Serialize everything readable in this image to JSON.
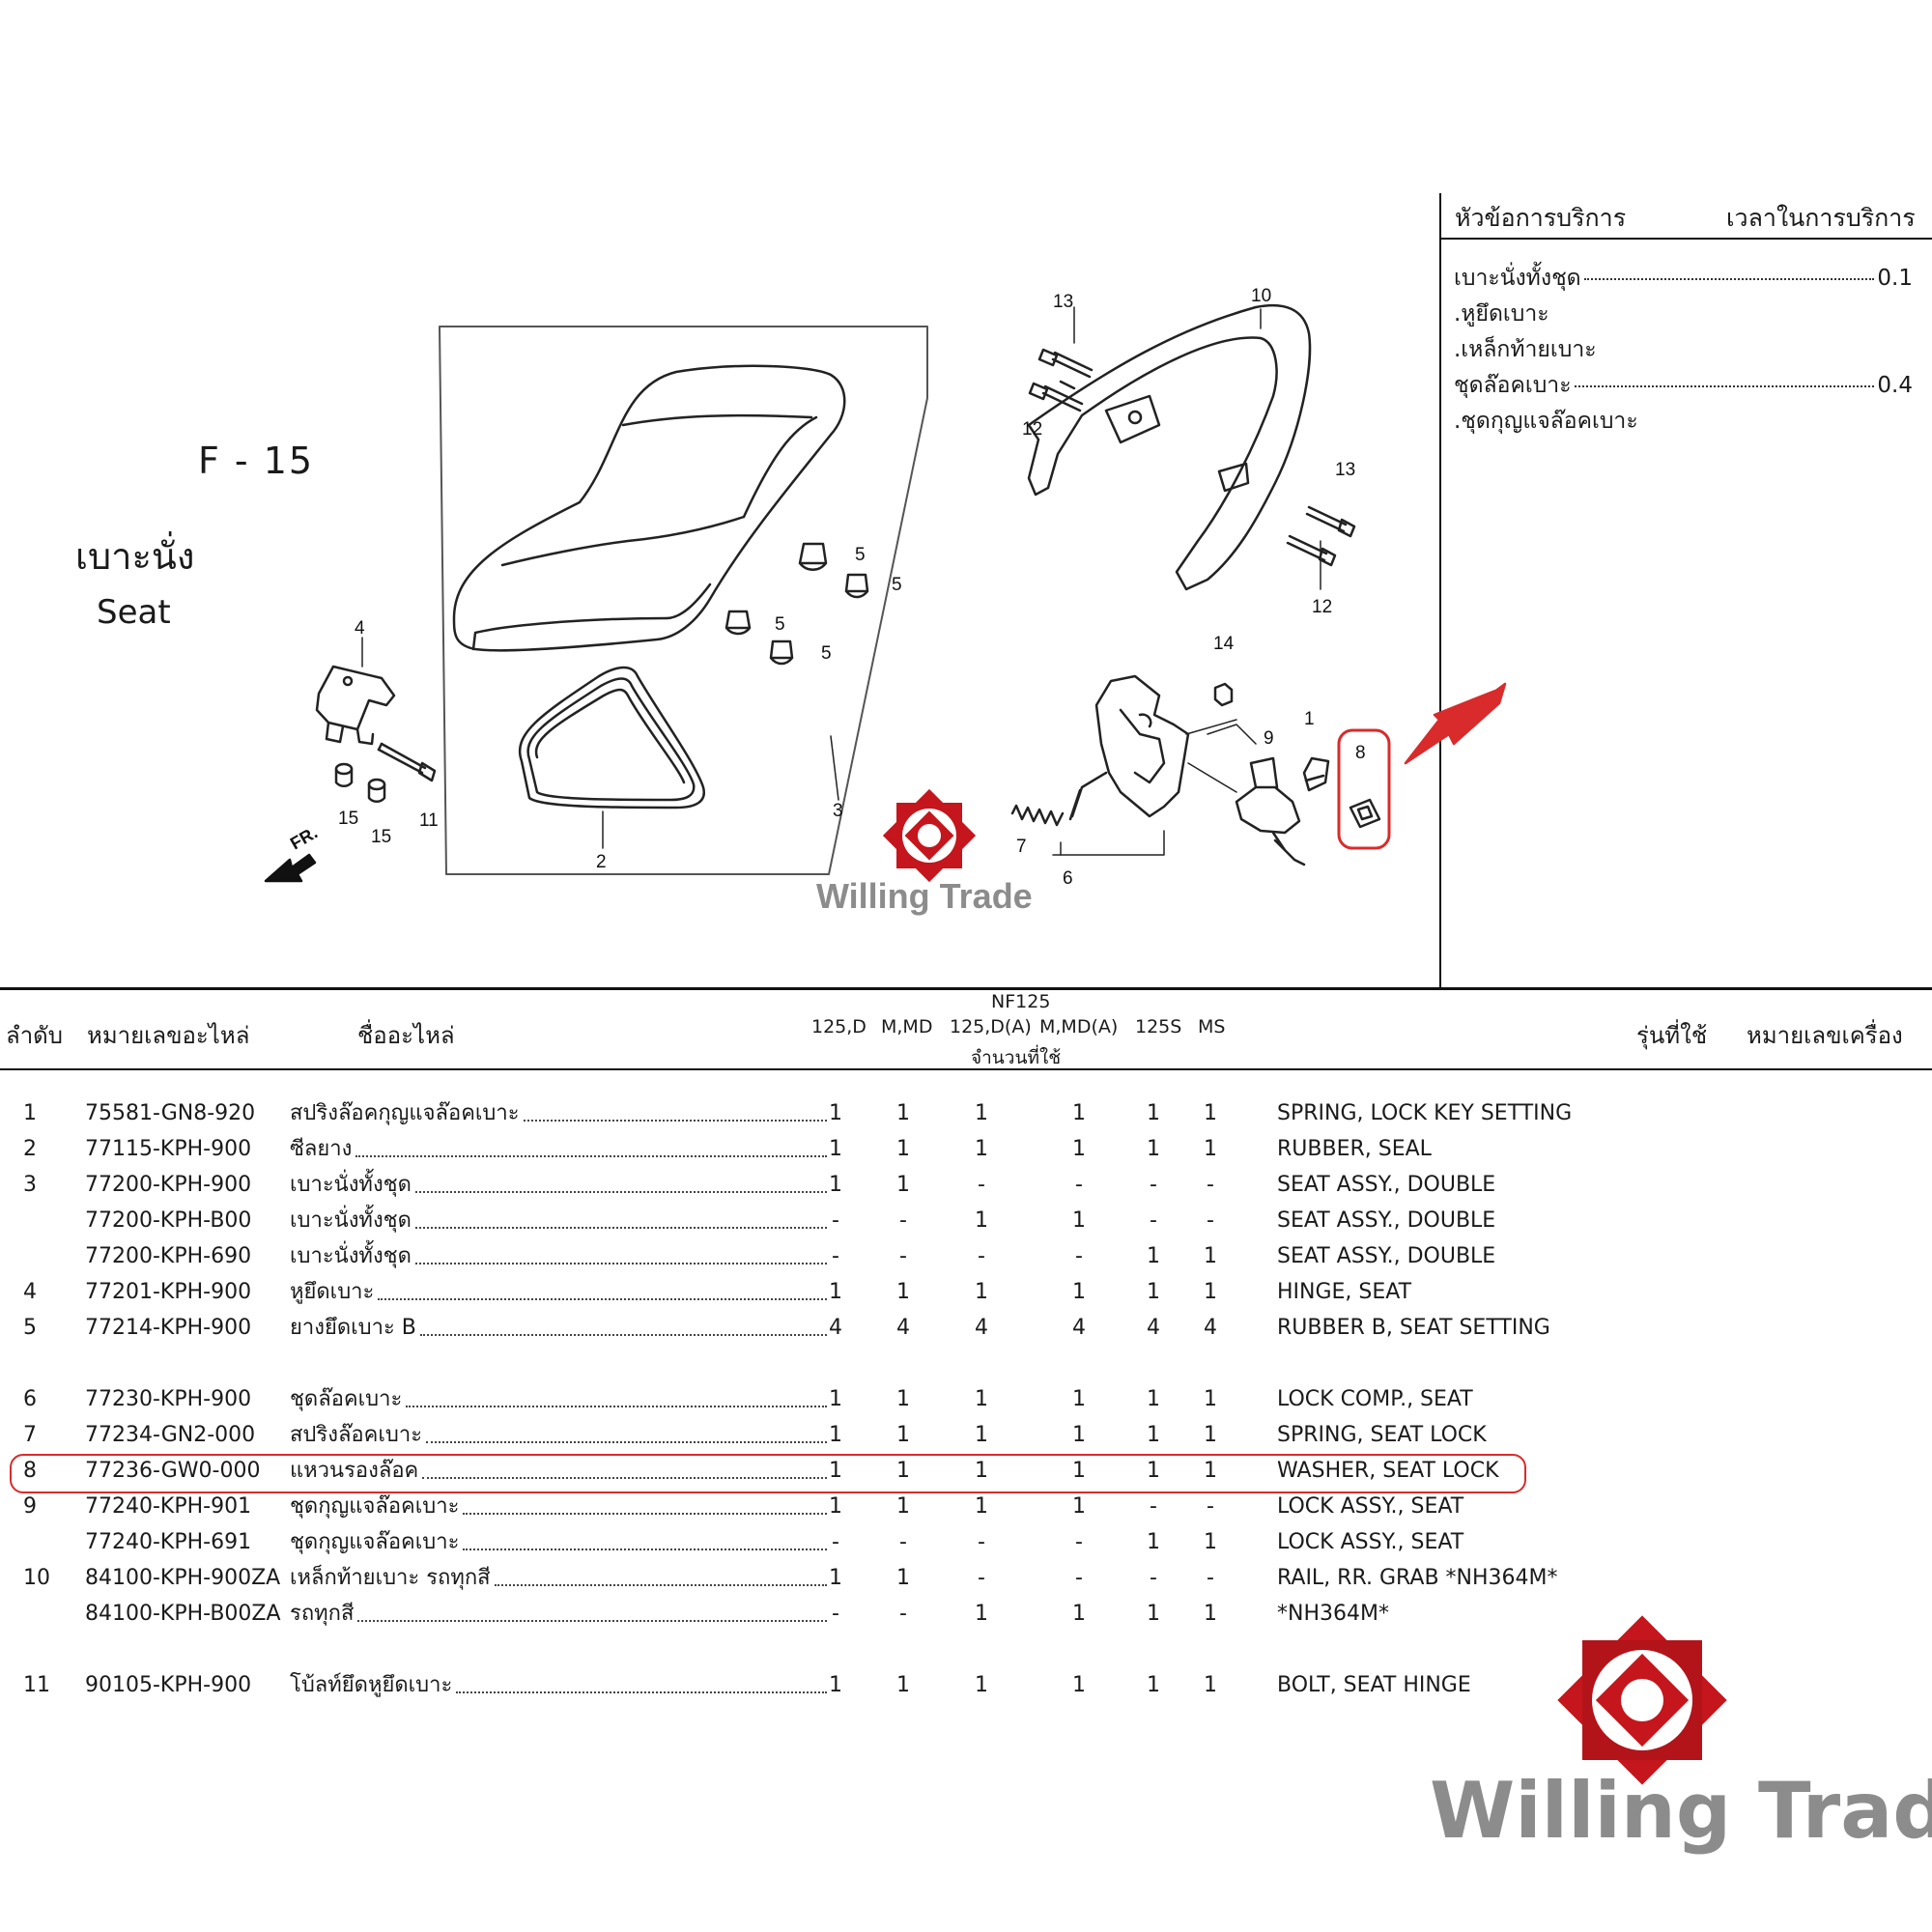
{
  "page": {
    "code": "F - 15",
    "title_th": "เบาะนั่ง",
    "title_en": "Seat"
  },
  "service": {
    "col1": "หัวข้อการบริการ",
    "col2": "เวลาในการบริการ",
    "rows": [
      {
        "label": "เบาะนั่งทั้งชุด",
        "value": "0.1"
      },
      {
        "label": ".หูยึดเบาะ",
        "value": ""
      },
      {
        "label": ".เหล็กท้ายเบาะ",
        "value": ""
      },
      {
        "label": "ชุดล๊อคเบาะ",
        "value": "0.4"
      },
      {
        "label": ".ชุดกุญแจล๊อคเบาะ",
        "value": ""
      }
    ]
  },
  "diagram": {
    "callouts": [
      "13",
      "10",
      "12",
      "13",
      "12",
      "5",
      "5",
      "5",
      "5",
      "4",
      "14",
      "1",
      "9",
      "8",
      "3",
      "15",
      "15",
      "11",
      "7",
      "6",
      "2"
    ],
    "direction_label": "FR.",
    "accent": "#d92b2b"
  },
  "table": {
    "headers": {
      "no": "ลำดับ",
      "part_no": "หมายเลขอะไหล่",
      "name": "ชื่ออะไหล่",
      "model": "NF125",
      "variants": [
        "125,D",
        "M,MD",
        "125,D(A)",
        "M,MD(A)",
        "125S",
        "MS"
      ],
      "qty": "จำนวนที่ใช้",
      "used_model": "รุ่นที่ใช้",
      "engine_no": "หมายเลขเครื่อง"
    },
    "rows": [
      {
        "no": "1",
        "part": "75581-GN8-920",
        "name": "สปริงล๊อคกุญแจล๊อคเบาะ",
        "q": [
          "1",
          "1",
          "1",
          "1",
          "1",
          "1"
        ],
        "en": "SPRING, LOCK KEY SETTING"
      },
      {
        "no": "2",
        "part": "77115-KPH-900",
        "name": "ซีลยาง",
        "q": [
          "1",
          "1",
          "1",
          "1",
          "1",
          "1"
        ],
        "en": "RUBBER, SEAL"
      },
      {
        "no": "3",
        "part": "77200-KPH-900",
        "name": "เบาะนั่งทั้งชุด",
        "q": [
          "1",
          "1",
          "-",
          "-",
          "-",
          "-"
        ],
        "en": "SEAT ASSY., DOUBLE"
      },
      {
        "no": "",
        "part": "77200-KPH-B00",
        "name": "เบาะนั่งทั้งชุด",
        "q": [
          "-",
          "-",
          "1",
          "1",
          "-",
          "-"
        ],
        "en": "SEAT ASSY., DOUBLE"
      },
      {
        "no": "",
        "part": "77200-KPH-690",
        "name": "เบาะนั่งทั้งชุด",
        "q": [
          "-",
          "-",
          "-",
          "-",
          "1",
          "1"
        ],
        "en": "SEAT ASSY., DOUBLE"
      },
      {
        "no": "4",
        "part": "77201-KPH-900",
        "name": "หูยึดเบาะ",
        "q": [
          "1",
          "1",
          "1",
          "1",
          "1",
          "1"
        ],
        "en": "HINGE, SEAT"
      },
      {
        "no": "5",
        "part": "77214-KPH-900",
        "name": "ยางยึดเบาะ B",
        "q": [
          "4",
          "4",
          "4",
          "4",
          "4",
          "4"
        ],
        "en": "RUBBER B, SEAT SETTING"
      },
      {
        "no": "6",
        "part": "77230-KPH-900",
        "name": "ชุดล๊อคเบาะ",
        "q": [
          "1",
          "1",
          "1",
          "1",
          "1",
          "1"
        ],
        "en": "LOCK COMP., SEAT"
      },
      {
        "no": "7",
        "part": "77234-GN2-000",
        "name": "สปริงล๊อคเบาะ",
        "q": [
          "1",
          "1",
          "1",
          "1",
          "1",
          "1"
        ],
        "en": "SPRING, SEAT LOCK"
      },
      {
        "no": "8",
        "part": "77236-GW0-000",
        "name": "แหวนรองล๊อค",
        "q": [
          "1",
          "1",
          "1",
          "1",
          "1",
          "1"
        ],
        "en": "WASHER, SEAT LOCK"
      },
      {
        "no": "9",
        "part": "77240-KPH-901",
        "name": "ชุดกุญแจล๊อคเบาะ",
        "q": [
          "1",
          "1",
          "1",
          "1",
          "-",
          "-"
        ],
        "en": "LOCK ASSY., SEAT"
      },
      {
        "no": "",
        "part": "77240-KPH-691",
        "name": "ชุดกุญแจล๊อคเบาะ",
        "q": [
          "-",
          "-",
          "-",
          "-",
          "1",
          "1"
        ],
        "en": "LOCK ASSY., SEAT"
      },
      {
        "no": "10",
        "part": "84100-KPH-900ZA",
        "name": "เหล็กท้ายเบาะ รถทุกสี",
        "q": [
          "1",
          "1",
          "-",
          "-",
          "-",
          "-"
        ],
        "en": "RAIL, RR. GRAB *NH364M*"
      },
      {
        "no": "",
        "part": "84100-KPH-B00ZA",
        "name": "รถทุกสี",
        "q": [
          "-",
          "-",
          "1",
          "1",
          "1",
          "1"
        ],
        "en": "*NH364M*"
      },
      {
        "no": "11",
        "part": "90105-KPH-900",
        "name": "โบ้ลท์ยึดหูยึดเบาะ",
        "q": [
          "1",
          "1",
          "1",
          "1",
          "1",
          "1"
        ],
        "en": "BOLT, SEAT HINGE"
      }
    ]
  },
  "watermark": {
    "brand": "Willing Trade",
    "color": "#8c8c8c"
  }
}
